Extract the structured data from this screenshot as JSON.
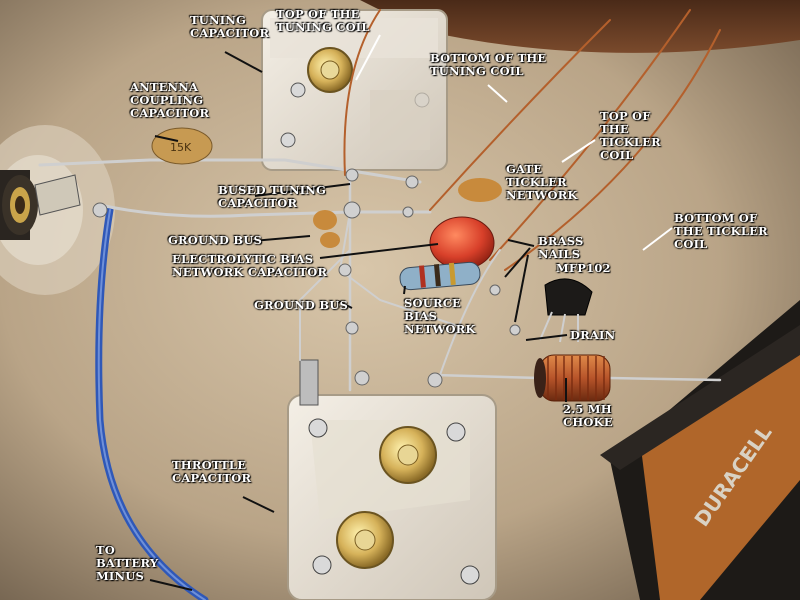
{
  "labels": {
    "tuning_capacitor": [
      "TUNING",
      "CAPACITOR"
    ],
    "top_tuning_coil": [
      "TOP OF THE",
      "TUNING COIL"
    ],
    "bottom_tuning_coil": [
      "BOTTOM OF THE",
      "TUNING COIL"
    ],
    "antenna_coupling": [
      "ANTENNA",
      "COUPLING",
      "CAPACITOR"
    ],
    "top_tickler": [
      "TOP OF",
      "THE",
      "TICKLER",
      "COIL"
    ],
    "gate_tickler": [
      "GATE",
      "TICKLER",
      "NETWORK"
    ],
    "bused_tuning": [
      "BUSED TUNING",
      "CAPACITOR"
    ],
    "bottom_tickler": [
      "BOTTOM OF",
      "THE TICKLER",
      "COIL"
    ],
    "ground_bus_1": [
      "GROUND BUS"
    ],
    "brass_nails": [
      "BRASS",
      "NAILS"
    ],
    "electrolytic": [
      "ELECTROLYTIC BIAS",
      "NETWORK CAPACITOR"
    ],
    "mfp102": [
      "MFP102"
    ],
    "ground_bus_2": [
      "GROUND BUS"
    ],
    "source_bias": [
      "SOURCE",
      "BIAS",
      "NETWORK"
    ],
    "drain": [
      "DRAIN"
    ],
    "choke": [
      "2.5 MH",
      "CHOKE"
    ],
    "throttle": [
      "THROTTLE",
      "CAPACITOR"
    ],
    "battery": [
      "TO",
      "BATTERY",
      "MINUS"
    ]
  },
  "component_markings": {
    "capacitor_value": "15K",
    "battery_brand": "DURACELL"
  },
  "colors": {
    "board": "#b9a48a",
    "label_text": "#ffffff",
    "pointer": "#111111",
    "copper_wire": "#b4602c",
    "blue_wire": "#2f58b8",
    "choke_copper": "#b7542a"
  }
}
